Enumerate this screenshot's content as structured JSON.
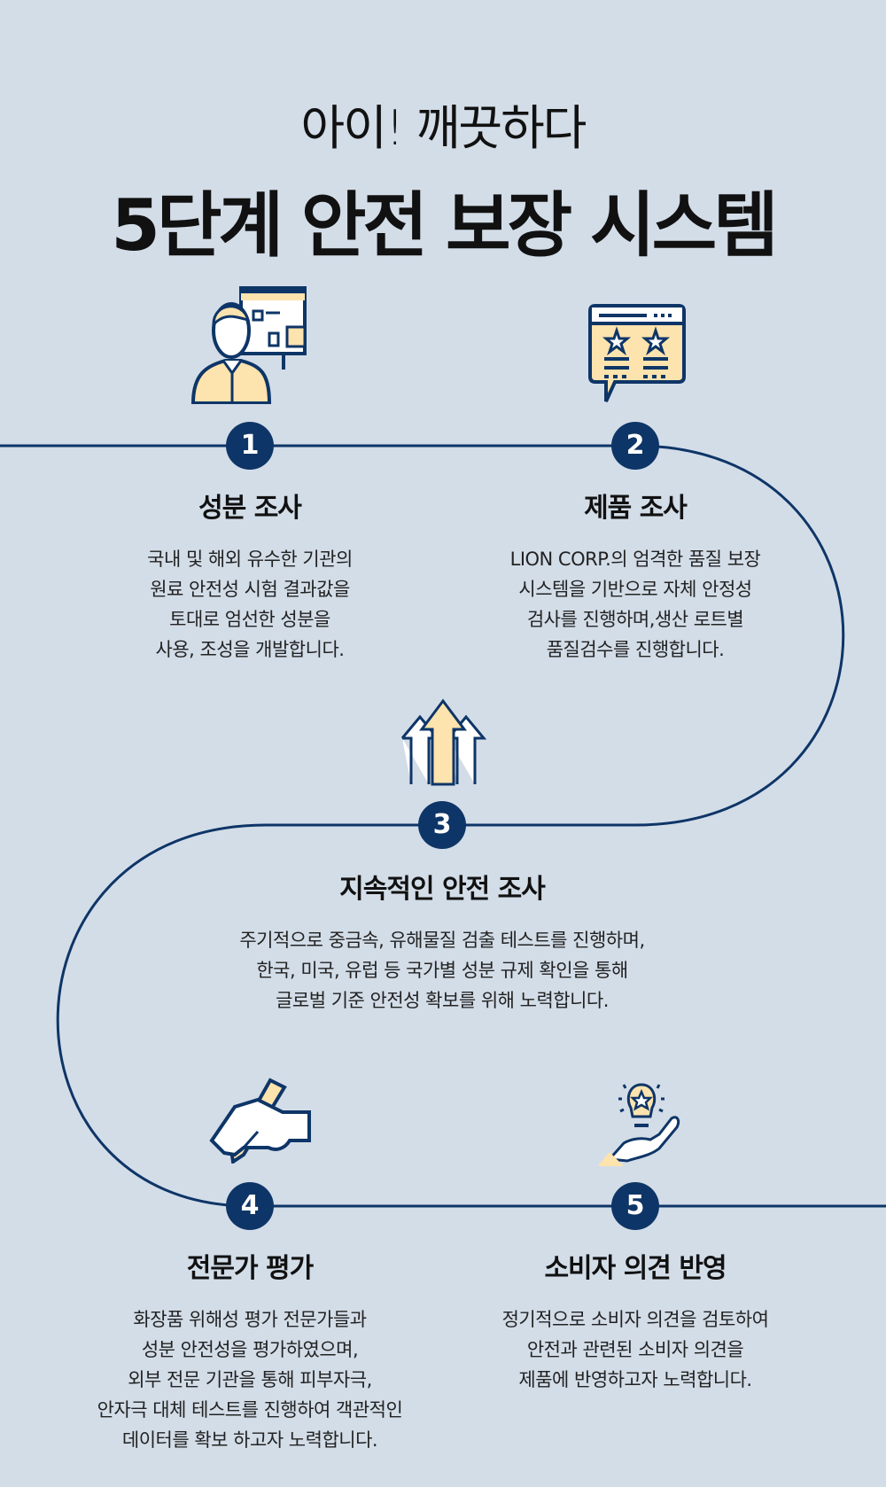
{
  "header": {
    "subtitle": "아이! 깨끗하다",
    "title": "5단계 안전 보장 시스템"
  },
  "colors": {
    "navy": "#0e3567",
    "yellow": "#fde3ad",
    "background": "#d3dde8"
  },
  "steps": [
    {
      "number": "1",
      "icon": "presenter-icon",
      "title": "성분 조사",
      "lines": [
        "국내 및 해외 유수한 기관의",
        "원료 안전성 시험 결과값을",
        "토대로 엄선한 성분을",
        "사용, 조성을 개발합니다."
      ]
    },
    {
      "number": "2",
      "icon": "review-stars-icon",
      "title": "제품 조사",
      "lines": [
        "LION CORP.의 엄격한 품질 보장",
        "시스템을 기반으로 자체 안정성",
        "검사를 진행하며,생산 로트별",
        "품질검수를 진행합니다."
      ]
    },
    {
      "number": "3",
      "icon": "arrows-up-icon",
      "title": "지속적인 안전 조사",
      "lines": [
        "주기적으로 중금속, 유해물질 검출 테스트를 진행하며,",
        "한국, 미국, 유럽 등 국가별 성분 규제 확인을 통해",
        "글로벌 기준 안전성 확보를 위해 노력합니다."
      ]
    },
    {
      "number": "4",
      "icon": "hand-pen-icon",
      "title": "전문가 평가",
      "lines": [
        "화장품 위해성 평가 전문가들과",
        "성분 안전성을 평가하였으며,",
        "외부 전문 기관을 통해 피부자극,",
        "안자극 대체 테스트를 진행하여 객관적인",
        "데이터를 확보 하고자 노력합니다."
      ]
    },
    {
      "number": "5",
      "icon": "hand-lightbulb-icon",
      "title": "소비자 의견 반영",
      "lines": [
        "정기적으로 소비자 의견을 검토하여",
        "안전과 관련된 소비자 의견을",
        "제품에 반영하고자 노력합니다."
      ]
    }
  ]
}
